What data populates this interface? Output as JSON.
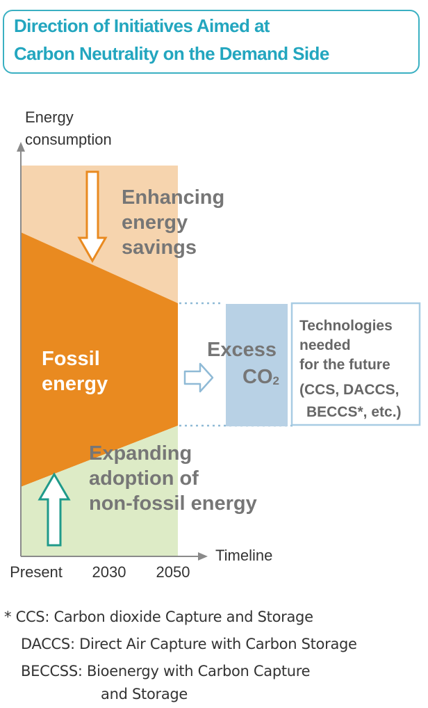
{
  "title": {
    "line1": "Direction of Initiatives Aimed at",
    "line2": "Carbon Neutrality on the Demand Side"
  },
  "axes": {
    "y_label_line1": "Energy",
    "y_label_line2": "consumption",
    "x_label": "Timeline",
    "ticks": [
      "Present",
      "2030",
      "2050"
    ]
  },
  "regions": {
    "savings": [
      "Enhancing",
      "energy",
      "savings"
    ],
    "fossil": [
      "Fossil",
      "energy"
    ],
    "nonfossil": [
      "Expanding",
      "adoption of",
      "non-fossil energy"
    ]
  },
  "excess": {
    "word": "Excess",
    "co2_main": "CO",
    "co2_sub": "2"
  },
  "technologies": [
    "Technologies",
    "needed",
    "for the future",
    "(CCS, DACCS,",
    "BECCS*, etc.)"
  ],
  "notes": {
    "ccs": "*  CCS: Carbon dioxide Capture and Storage",
    "daccs": "DACCS: Direct Air Capture with Carbon Storage",
    "beccss_1": "BECCSS: Bioenergy with Carbon Capture",
    "beccss_2": "and Storage"
  },
  "colors": {
    "title": "#23a6bf",
    "savings_fill": "#f6d4ae",
    "fossil_fill": "#e98a20",
    "nonfossil_fill": "#ddebc6",
    "excess_fill": "#b8d1e5",
    "tech_border": "#a8cce3",
    "region_text": "#767676",
    "down_arrow": "#e98a20",
    "up_arrow": "#1f9a8a"
  }
}
